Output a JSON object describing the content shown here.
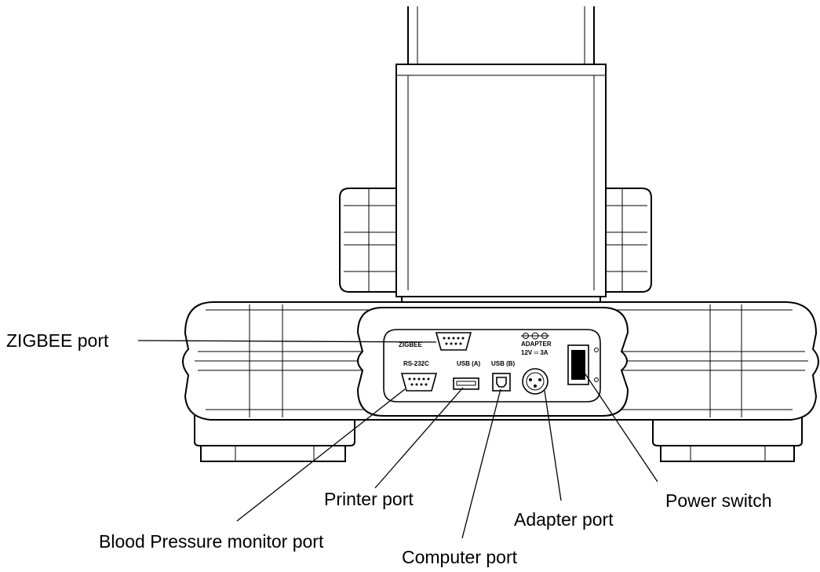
{
  "callouts": {
    "zigbee": "ZIGBEE port",
    "printer": "Printer port",
    "blood_pressure": "Blood Pressure monitor port",
    "computer": "Computer port",
    "adapter": "Adapter port",
    "power": "Power switch"
  },
  "panel_labels": {
    "zigbee": "ZIGBEE",
    "rs232c": "RS-232C",
    "usb_a": "USB (A)",
    "usb_b": "USB (B)",
    "adapter": "ADAPTER",
    "adapter_rating": "12V ═ 3A"
  }
}
